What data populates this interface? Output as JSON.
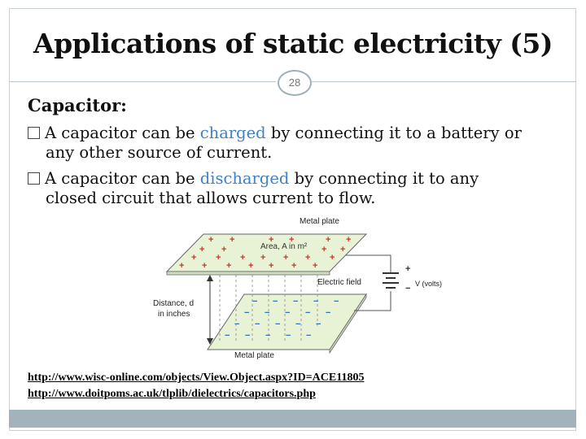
{
  "slide": {
    "title": "Applications of static electricity (5)",
    "number": "28",
    "heading": "Capacitor:"
  },
  "bullets": [
    {
      "pre": "A capacitor can be ",
      "highlight": "charged",
      "post1": " by connecting it to a battery or",
      "post2": "any other source of current."
    },
    {
      "pre": "A capacitor can be ",
      "highlight": "discharged",
      "post1": " by connecting it to any",
      "post2": "closed circuit that allows current to flow."
    }
  ],
  "diagram": {
    "top_label": "Metal plate",
    "area_label": "Area, A in m²",
    "field_label": "Electric field",
    "volts_label": "V (volts)",
    "distance_label_1": "Distance, d",
    "distance_label_2": "in inches",
    "bottom_label": "Metal plate",
    "plus": "+",
    "minus": "−"
  },
  "links": [
    "http://www.wisc-online.com/objects/View.Object.aspx?ID=ACE11805",
    "http://www.doitpoms.ac.uk/tlplib/dielectrics/capacitors.php"
  ],
  "colors": {
    "accent": "#3f82c6",
    "plate": "#e8f3d6",
    "footer": "#a3b3bd"
  }
}
